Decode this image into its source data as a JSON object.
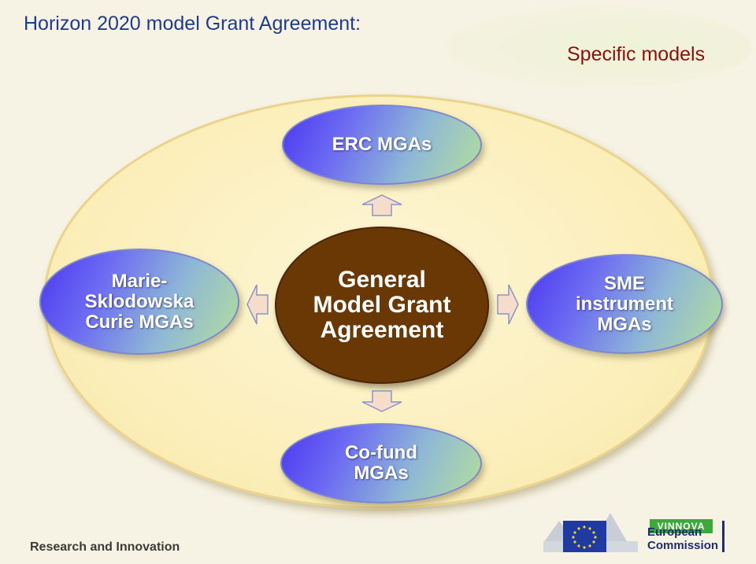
{
  "title": "Horizon 2020 model Grant Agreement:",
  "subtitle": "Specific models",
  "diagram": {
    "center": "General\nModel Grant\nAgreement",
    "top": "ERC MGAs",
    "left": "Marie-\nSklodowska\nCurie MGAs",
    "right": "SME\ninstrument\nMGAs",
    "bottom": "Co-fund\nMGAs"
  },
  "footer": {
    "left_text": "Research and Innovation",
    "vinnova_label": "VINNOVA",
    "ec_label": "European\nCommission"
  },
  "colors": {
    "title": "#1f3c8c",
    "subtitle": "#8c1010",
    "center_node": "#6a3805",
    "arrow_fill": "#f6dccb"
  }
}
